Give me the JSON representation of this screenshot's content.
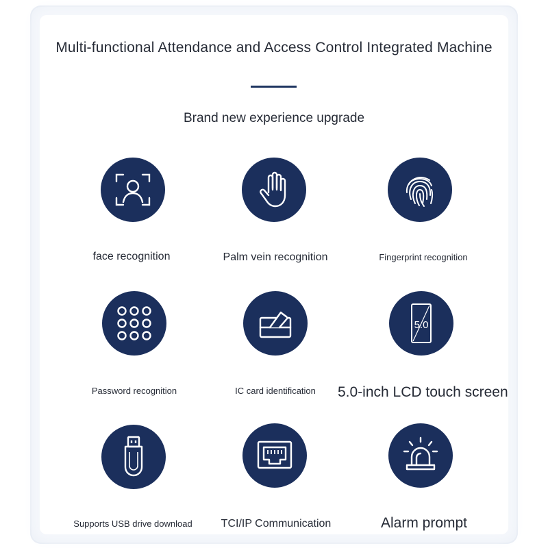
{
  "title": "Multi-functional Attendance and Access Control Integrated Machine",
  "subtitle": "Brand new experience upgrade",
  "colors": {
    "accent": "#1b2f5c",
    "text": "#262b36",
    "frame": "#eef2f8"
  },
  "features": [
    {
      "icon": "face-scan-icon",
      "label": "face recognition"
    },
    {
      "icon": "palm-icon",
      "label": "Palm vein recognition"
    },
    {
      "icon": "fingerprint-icon",
      "label": "Fingerprint recognition"
    },
    {
      "icon": "keypad-icon",
      "label": "Password recognition"
    },
    {
      "icon": "card-reader-icon",
      "label": "IC card identification"
    },
    {
      "icon": "phone-screen-icon",
      "label": "5.0-inch LCD touch screen",
      "badge": "5.0"
    },
    {
      "icon": "usb-drive-icon",
      "label": "Supports USB drive download"
    },
    {
      "icon": "ethernet-port-icon",
      "label": "TCI/IP Communication"
    },
    {
      "icon": "alarm-light-icon",
      "label": "Alarm prompt"
    }
  ]
}
